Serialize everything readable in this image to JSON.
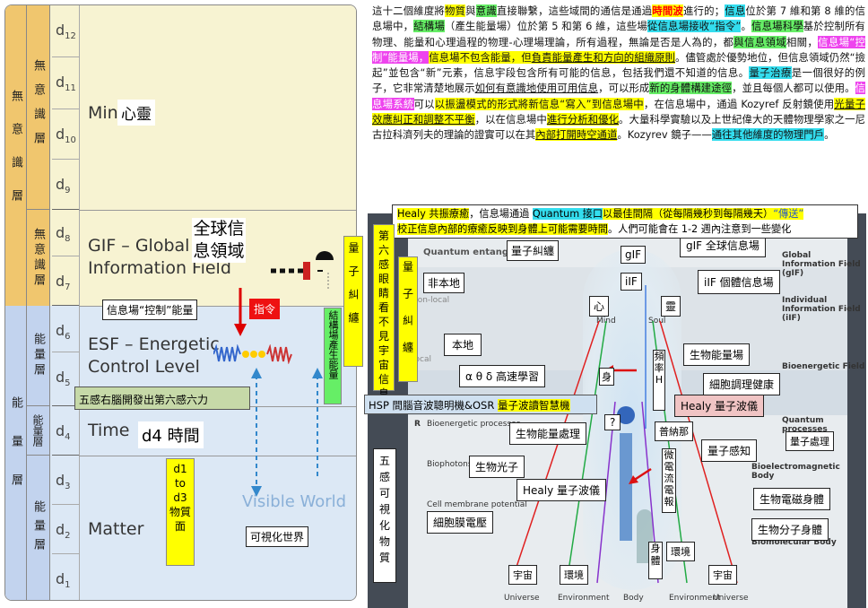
{
  "top_text": {
    "seg1": "這十二個維度將",
    "seg2": "物質",
    "seg3": "與",
    "seg4": "意識",
    "seg5": "直接聯繫，這些域間的通信是通過",
    "seg6": "時間波",
    "seg7": "進行的；",
    "seg8": "信息",
    "seg9": "位於第 7 維和第 8 維的信息場中，",
    "seg10": "結構場",
    "seg11": "（產生能量場）位於第 5 和第 6 維，這些場",
    "seg12": "從信息場接收“指令”",
    "seg13": "。",
    "seg14": "信息場科學",
    "seg15": "基於控制所有物理、能量和心理過程的物理-心理場理論，所有過程，無論是否是人為的，都",
    "seg16": "與信息領域",
    "seg17": "相關，",
    "seg18": "信息場“控制”能量場，",
    "seg19": "信息場不包含能量，但",
    "seg20": "負責能量產生和方向的組織原則",
    "seg21": "。儘管處於優勢地位，但信息領域仍然“撿起”並包含“新”元素，信息宇段包含所有可能的信息，包括我們還不知道的信息。",
    "seg22": "量子治療",
    "seg23": "是一個很好的例子，它非常清楚地展示",
    "seg24": "如何有意識地使用可用信息",
    "seg25": "，可以形成",
    "seg26": "新的身體構建途徑",
    "seg27": "，並且每個人都可以使用。",
    "seg28": "信息場系統",
    "seg29": "可以",
    "seg30": "以振盪模式的形式將新信息“寫入”到信息場中",
    "seg31": "，在信息場中，通過 Kozyref 反射鏡使用",
    "seg32": "光量子效應糾正和調整不平衡",
    "seg33": "，以在信息場中",
    "seg34": "進行分析和優化",
    "seg35": "。大量科學實驗以及上世紀偉大的天體物理學家之一尼古拉科濟列夫的理論的證實可以在其",
    "seg36": "內部打開時空通道",
    "seg37": "。Kozyrev 鏡子——",
    "seg38": "通往其他維度的物理門戶",
    "seg39": "。"
  },
  "healy_box": {
    "a": "Healy 共振療癒",
    "b": "，信息場通過 ",
    "c": "Quantum 接口",
    "d": "以最佳間隔（從每隔幾秒到每隔幾天）",
    "e": "“傳送”",
    "f": "校正信息內部的療癒反映到身體上可能需要時間",
    "g": "。人們可能會在 1-2 週內注意到一些變化"
  },
  "left": {
    "outer_top_label": "無意識層",
    "outer_bottom_label": "能量層",
    "col2_labels": [
      "無意識層",
      "無意識層",
      "能量層",
      "能量層",
      "能量層"
    ],
    "dims": [
      "12",
      "11",
      "10",
      "9",
      "8",
      "7",
      "6",
      "5",
      "4",
      "3",
      "2",
      "1"
    ],
    "mind": "Mind",
    "mind_cn": "心靈",
    "gif_line1": "GIF – Global",
    "gif_line2": "Information Field",
    "gif_cn": "全球信息領域",
    "esf_line1": "ESF – Energetic",
    "esf_line2": "Control Level",
    "time": "Time",
    "time_cn": "d4 時間",
    "matter": "Matter",
    "matter_cn": "d1 to d3 物質面",
    "visible_world": "Visible World",
    "visible_cn": "可視化世界",
    "control_label": "信息場“控制”能量",
    "command": "指令",
    "sixth_sense": "五感右腦開發出第六感六力",
    "struct_field": "結構場產生能量",
    "quantum_correct": "量子糾纏"
  },
  "sixth_box": "第六感眼睛看不見宇宙信息",
  "hsp_bar": {
    "a": "HSP 間腦音波聰明機&OSR ",
    "b": "量子波讀智慧機"
  },
  "photo": {
    "en_labels": [
      "Quantum entanglement",
      "Global Information Field (gIF)",
      "Individual Information Field (iIF)",
      "Bioenergetic Field",
      "Quantum processes",
      "Bioelectromagnetic Body",
      "Biomolecular Body",
      "Bioenergetic processes",
      "Biophotons",
      "Cell membrane potential",
      "non-local",
      "local",
      "Mind",
      "Soul",
      "Universe",
      "Environment",
      "Body",
      "Environment",
      "Universe",
      "R"
    ],
    "boxes": {
      "q_entangle": "量子糾纏",
      "gif": "gIF",
      "gif_cn": "gIF 全球信息場",
      "nonlocal": "非本地",
      "iif": "iIF",
      "iif_cn": "iIF 個體信息場",
      "xin": "心",
      "ling": "靈",
      "local": "本地",
      "bio_energy_field": "生物能量場",
      "waves": "α θ δ 高速學習",
      "body": "身",
      "freq": "頻率H",
      "cell_reg": "細胞調理健康",
      "healy_wave": "Healy 量子波儀",
      "bio_process": "生物能量處理",
      "q_mark": "?",
      "puna": "普納那",
      "q_sense": "量子感知",
      "q_process": "量子處理",
      "five_senses": "五感可視化物質",
      "biophoton": "生物光子",
      "healy_wave2": "Healy 量子波儀",
      "microcurrent": "微電流電報",
      "em_body": "生物電磁身體",
      "mol_body": "生物分子身體",
      "cell_membrane": "細胞膜電壓",
      "body2": "身體",
      "env": "環境",
      "universe": "宇宙",
      "env2": "環境",
      "universe2": "宇宙"
    }
  },
  "colors": {
    "yellow": "#ffff00",
    "green": "#66ee66",
    "cyan": "#33ddee",
    "magenta": "#ee44ee",
    "red": "#ff0000",
    "mind_band": "#f7f3d2",
    "energy_band": "#dce8f5"
  }
}
